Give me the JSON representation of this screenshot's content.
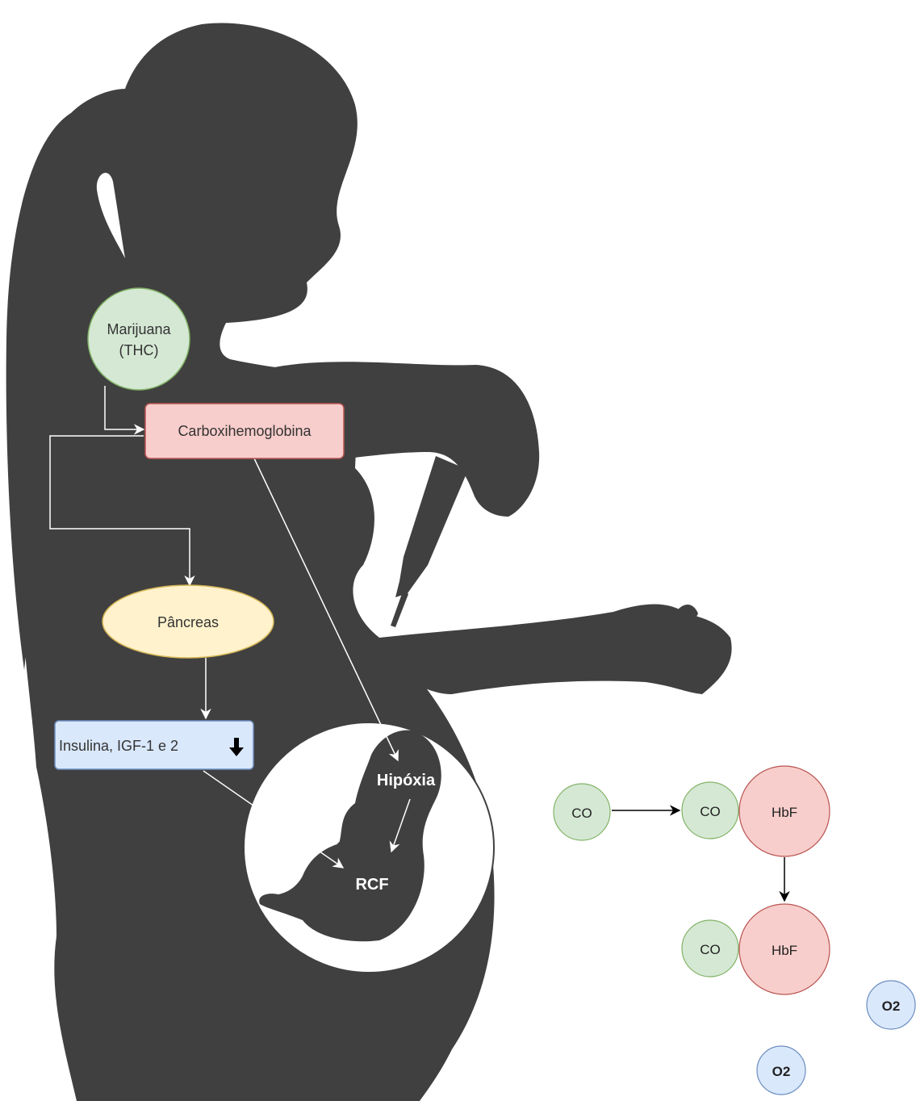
{
  "nodes": {
    "marijuana": {
      "line1": "Marijuana",
      "line2": "(THC)"
    },
    "carboxihemoglobina": "Carboxihemoglobina",
    "pancreas": "Pâncreas",
    "insulina": "Insulina, IGF-1 e 2",
    "hipoxia": "Hipóxia",
    "rcf": "RCF"
  },
  "legend": {
    "co_free": "CO",
    "co_bound_1": "CO",
    "hbf_1": "HbF",
    "co_bound_2": "CO",
    "hbf_2": "HbF",
    "o2_1": "O2",
    "o2_2": "O2"
  },
  "icons": {
    "down_arrow": "down-arrow-icon",
    "silhouette": "pregnant-woman-silhouette",
    "fetus": "fetus-silhouette"
  },
  "colors": {
    "silhouette": "#404040",
    "green_fill": "#d5e8d4",
    "green_stroke": "#82b366",
    "red_fill": "#f8cecc",
    "red_stroke": "#b85450",
    "yellow_fill": "#fff2cc",
    "yellow_stroke": "#d6b656",
    "blue_fill": "#dae8fc",
    "blue_stroke": "#6c8ebf"
  }
}
